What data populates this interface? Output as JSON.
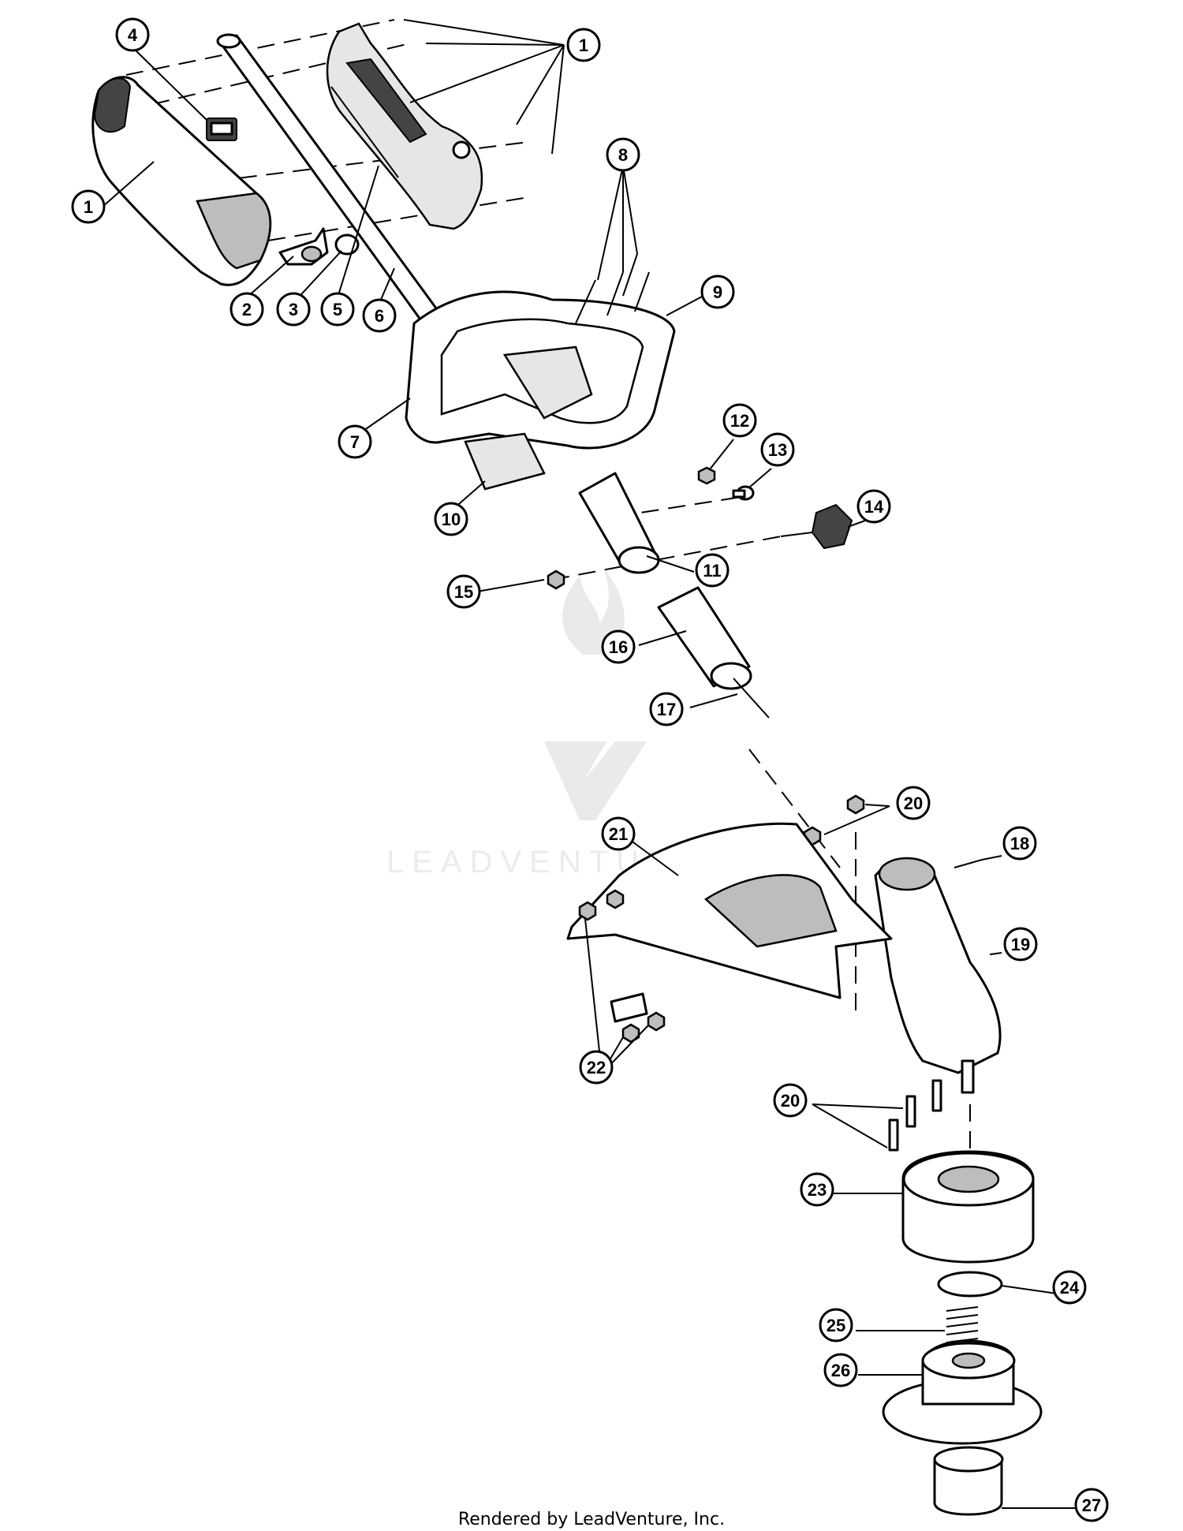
{
  "callouts": [
    "1",
    "2",
    "3",
    "4",
    "5",
    "6",
    "7",
    "8",
    "9",
    "10",
    "11",
    "12",
    "13",
    "14",
    "15",
    "16",
    "17",
    "18",
    "19",
    "20",
    "21",
    "22",
    "23",
    "24",
    "25",
    "26",
    "27"
  ],
  "watermark": "LEADVENTURE",
  "footer": "Rendered by LeadVenture, Inc."
}
